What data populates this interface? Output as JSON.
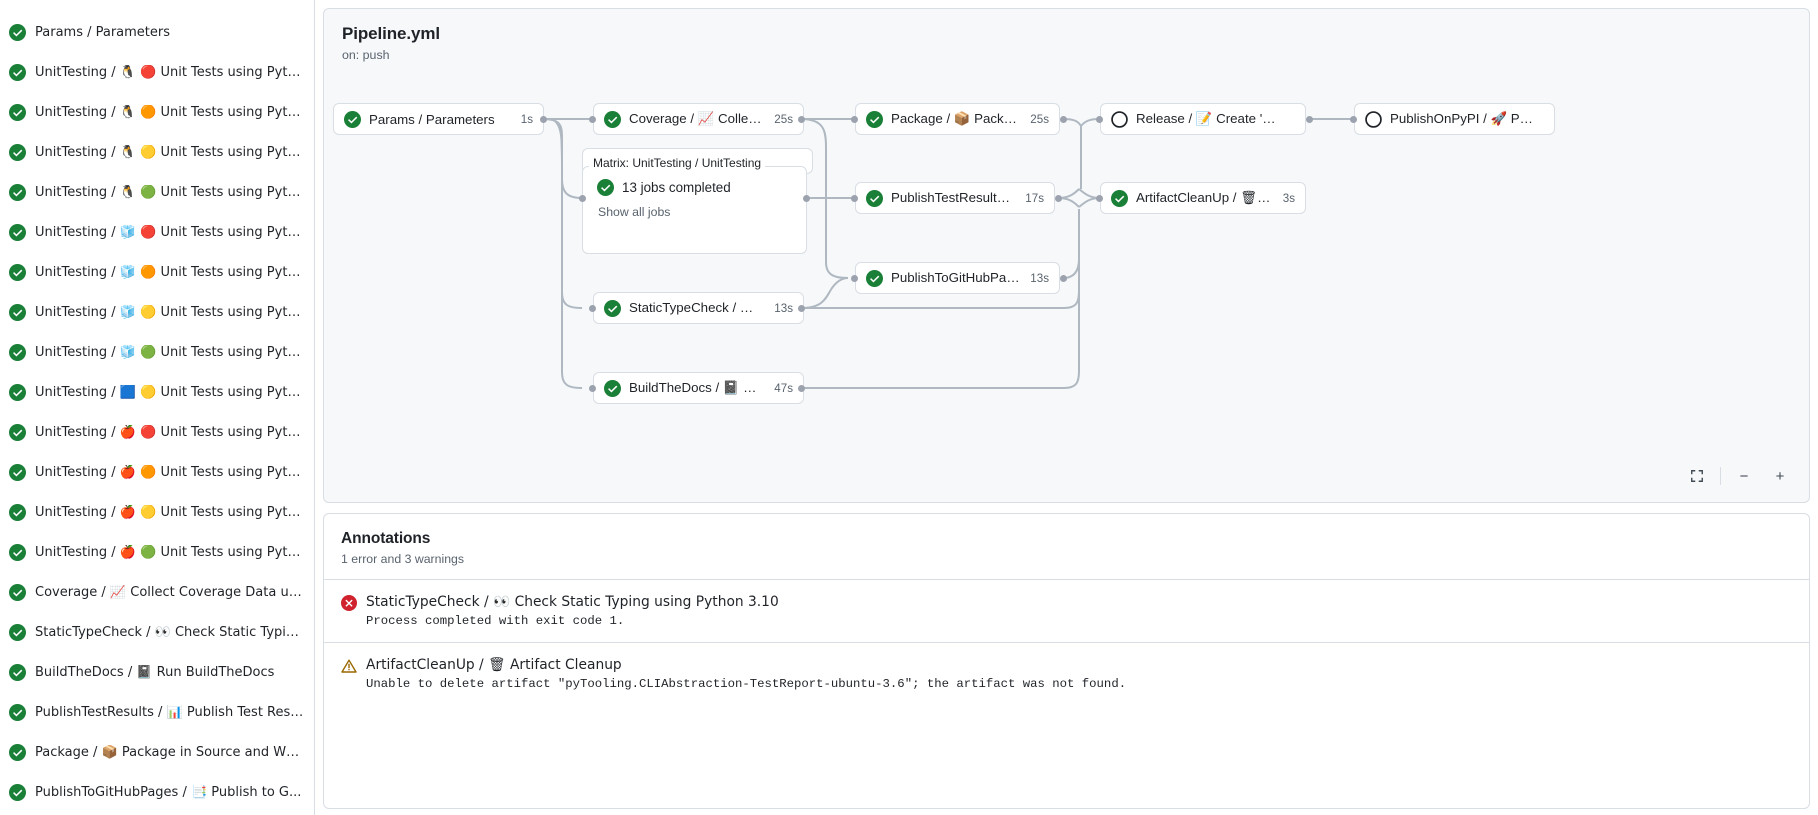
{
  "sidebar": {
    "items": [
      {
        "status": "success",
        "label": "Params / Parameters",
        "emoji": "",
        "emoji2": ""
      },
      {
        "status": "success",
        "label": "UnitTesting / 🐧 🔴 Unit Tests using Pyth..."
      },
      {
        "status": "success",
        "label": "UnitTesting / 🐧 🟠 Unit Tests using Pyth..."
      },
      {
        "status": "success",
        "label": "UnitTesting / 🐧 🟡 Unit Tests using Pyth..."
      },
      {
        "status": "success",
        "label": "UnitTesting / 🐧 🟢 Unit Tests using Pyth..."
      },
      {
        "status": "success",
        "label": "UnitTesting / 🧊 🔴 Unit Tests using Pyth..."
      },
      {
        "status": "success",
        "label": "UnitTesting / 🧊 🟠 Unit Tests using Pyth..."
      },
      {
        "status": "success",
        "label": "UnitTesting / 🧊 🟡 Unit Tests using Pyth..."
      },
      {
        "status": "success",
        "label": "UnitTesting / 🧊 🟢 Unit Tests using Pyth..."
      },
      {
        "status": "success",
        "label": "UnitTesting / 🟦 🟡 Unit Tests using Pyth..."
      },
      {
        "status": "success",
        "label": "UnitTesting / 🍎 🔴 Unit Tests using Pyth..."
      },
      {
        "status": "success",
        "label": "UnitTesting / 🍎 🟠 Unit Tests using Pyth..."
      },
      {
        "status": "success",
        "label": "UnitTesting / 🍎 🟡 Unit Tests using Pyth..."
      },
      {
        "status": "success",
        "label": "UnitTesting / 🍎 🟢 Unit Tests using Pyth..."
      },
      {
        "status": "success",
        "label": "Coverage / 📈 Collect Coverage Data usi..."
      },
      {
        "status": "success",
        "label": "StaticTypeCheck / 👀 Check Static Typing..."
      },
      {
        "status": "success",
        "label": "BuildTheDocs / 📓 Run BuildTheDocs"
      },
      {
        "status": "success",
        "label": "PublishTestResults / 📊 Publish Test Resu..."
      },
      {
        "status": "success",
        "label": "Package / 📦 Package in Source and Wh..."
      },
      {
        "status": "success",
        "label": "PublishToGitHubPages / 📑 Publish to G..."
      }
    ]
  },
  "workflow": {
    "title": "Pipeline.yml",
    "trigger": "on: push",
    "nodes": [
      {
        "id": "params",
        "status": "success",
        "label": "Params / Parameters",
        "duration": "1s"
      },
      {
        "id": "coverage",
        "status": "success",
        "label": "Coverage / 📈 Collect Cove...",
        "duration": "25s"
      },
      {
        "id": "package",
        "status": "success",
        "label": "Package / 📦 Package in So...",
        "duration": "25s"
      },
      {
        "id": "release",
        "status": "pending",
        "label": "Release / 📝 Create 'Release P...",
        "duration": ""
      },
      {
        "id": "publishpypi",
        "status": "pending",
        "label": "PublishOnPyPI / 🚀 Publish to ...",
        "duration": ""
      },
      {
        "id": "testresults",
        "status": "success",
        "label": "PublishTestResults / 📊 Pu...",
        "duration": "17s"
      },
      {
        "id": "artifact",
        "status": "success",
        "label": "ArtifactCleanUp / 🗑 Artifac...",
        "duration": "3s"
      },
      {
        "id": "ghpages",
        "status": "success",
        "label": "PublishToGitHubPages / 📑 ...",
        "duration": "13s"
      },
      {
        "id": "statictype",
        "status": "success",
        "label": "StaticTypeCheck / 👀 Chec...",
        "duration": "13s"
      },
      {
        "id": "buildthedocs",
        "status": "success",
        "label": "BuildTheDocs / 📓 Run Buil...",
        "duration": "47s"
      }
    ],
    "matrix": {
      "label": "Matrix: UnitTesting / UnitTesting",
      "status": "success",
      "jobs_text": "13 jobs completed",
      "show_all": "Show all jobs"
    },
    "controls": {
      "fullscreen": "fullscreen-icon",
      "zoom_out": "−",
      "zoom_in": "+"
    }
  },
  "annotations": {
    "title": "Annotations",
    "summary": "1 error and 3 warnings",
    "items": [
      {
        "severity": "error",
        "name": "StaticTypeCheck / 👀 Check Static Typing using Python 3.10",
        "message": "Process completed with exit code 1."
      },
      {
        "severity": "warning",
        "name": "ArtifactCleanUp / 🗑 Artifact Cleanup",
        "message": "Unable to delete artifact \"pyTooling.CLIAbstraction-TestReport-ubuntu-3.6\"; the artifact was not found."
      }
    ]
  },
  "colors": {
    "success": "#1a7f37",
    "error": "#cf222e",
    "warning": "#9a6700",
    "border": "#d8dee4",
    "canvas": "#f6f8fa",
    "muted": "#59636e"
  }
}
